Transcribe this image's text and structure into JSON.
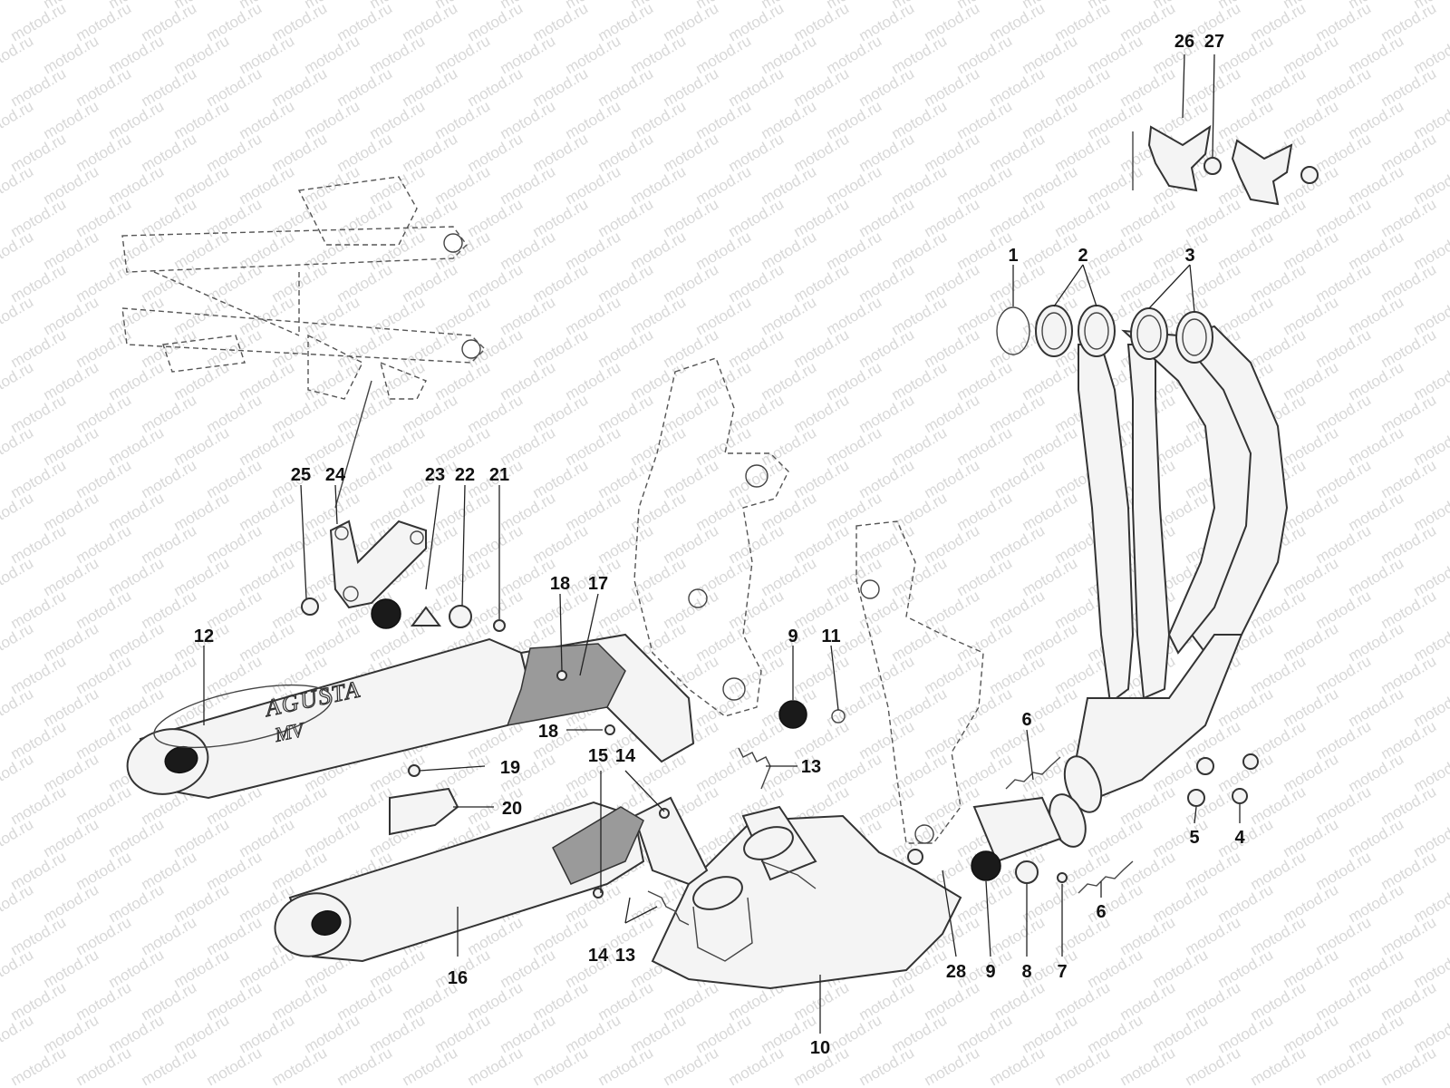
{
  "watermark": {
    "text": "motod.ru",
    "color": "#b9b9b9"
  },
  "logo": {
    "text": "AGUSTA"
  },
  "callouts": [
    {
      "id": "c1",
      "label": "1"
    },
    {
      "id": "c2",
      "label": "2"
    },
    {
      "id": "c3",
      "label": "3"
    },
    {
      "id": "c4",
      "label": "4"
    },
    {
      "id": "c5",
      "label": "5"
    },
    {
      "id": "c6a",
      "label": "6"
    },
    {
      "id": "c6b",
      "label": "6"
    },
    {
      "id": "c7",
      "label": "7"
    },
    {
      "id": "c8",
      "label": "8"
    },
    {
      "id": "c9a",
      "label": "9"
    },
    {
      "id": "c9b",
      "label": "9"
    },
    {
      "id": "c10",
      "label": "10"
    },
    {
      "id": "c11",
      "label": "11"
    },
    {
      "id": "c12",
      "label": "12"
    },
    {
      "id": "c13a",
      "label": "13"
    },
    {
      "id": "c13b",
      "label": "13"
    },
    {
      "id": "c14a",
      "label": "14"
    },
    {
      "id": "c14b",
      "label": "14"
    },
    {
      "id": "c15",
      "label": "15"
    },
    {
      "id": "c16",
      "label": "16"
    },
    {
      "id": "c17",
      "label": "17"
    },
    {
      "id": "c18a",
      "label": "18"
    },
    {
      "id": "c18b",
      "label": "18"
    },
    {
      "id": "c19",
      "label": "19"
    },
    {
      "id": "c20",
      "label": "20"
    },
    {
      "id": "c21",
      "label": "21"
    },
    {
      "id": "c22",
      "label": "22"
    },
    {
      "id": "c23",
      "label": "23"
    },
    {
      "id": "c24",
      "label": "24"
    },
    {
      "id": "c25",
      "label": "25"
    },
    {
      "id": "c26",
      "label": "26"
    },
    {
      "id": "c27",
      "label": "27"
    },
    {
      "id": "c28",
      "label": "28"
    }
  ]
}
